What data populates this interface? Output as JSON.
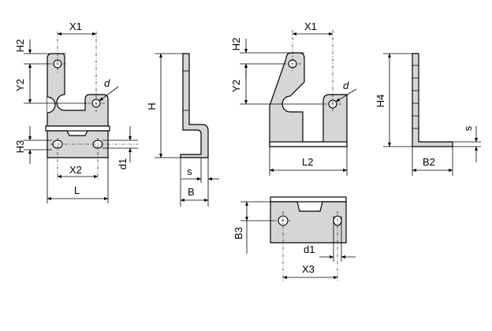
{
  "labels": {
    "x1_a": "X1",
    "h2_a": "H2",
    "y2_a": "Y2",
    "d_a": "d",
    "h3": "H3",
    "x2": "X2",
    "d1_a": "d1",
    "l": "L",
    "h_side": "H",
    "s_a": "s",
    "b": "B",
    "x1_b": "X1",
    "h2_b": "H2",
    "y2_b": "Y2",
    "d_b": "d",
    "l2": "L2",
    "h4": "H4",
    "s_b": "s",
    "b2": "B2",
    "b3": "B3",
    "d1_b": "d1",
    "x3": "X3"
  },
  "colors": {
    "part_fill": "#d6d6d6",
    "line": "#000000",
    "background": "#ffffff"
  }
}
